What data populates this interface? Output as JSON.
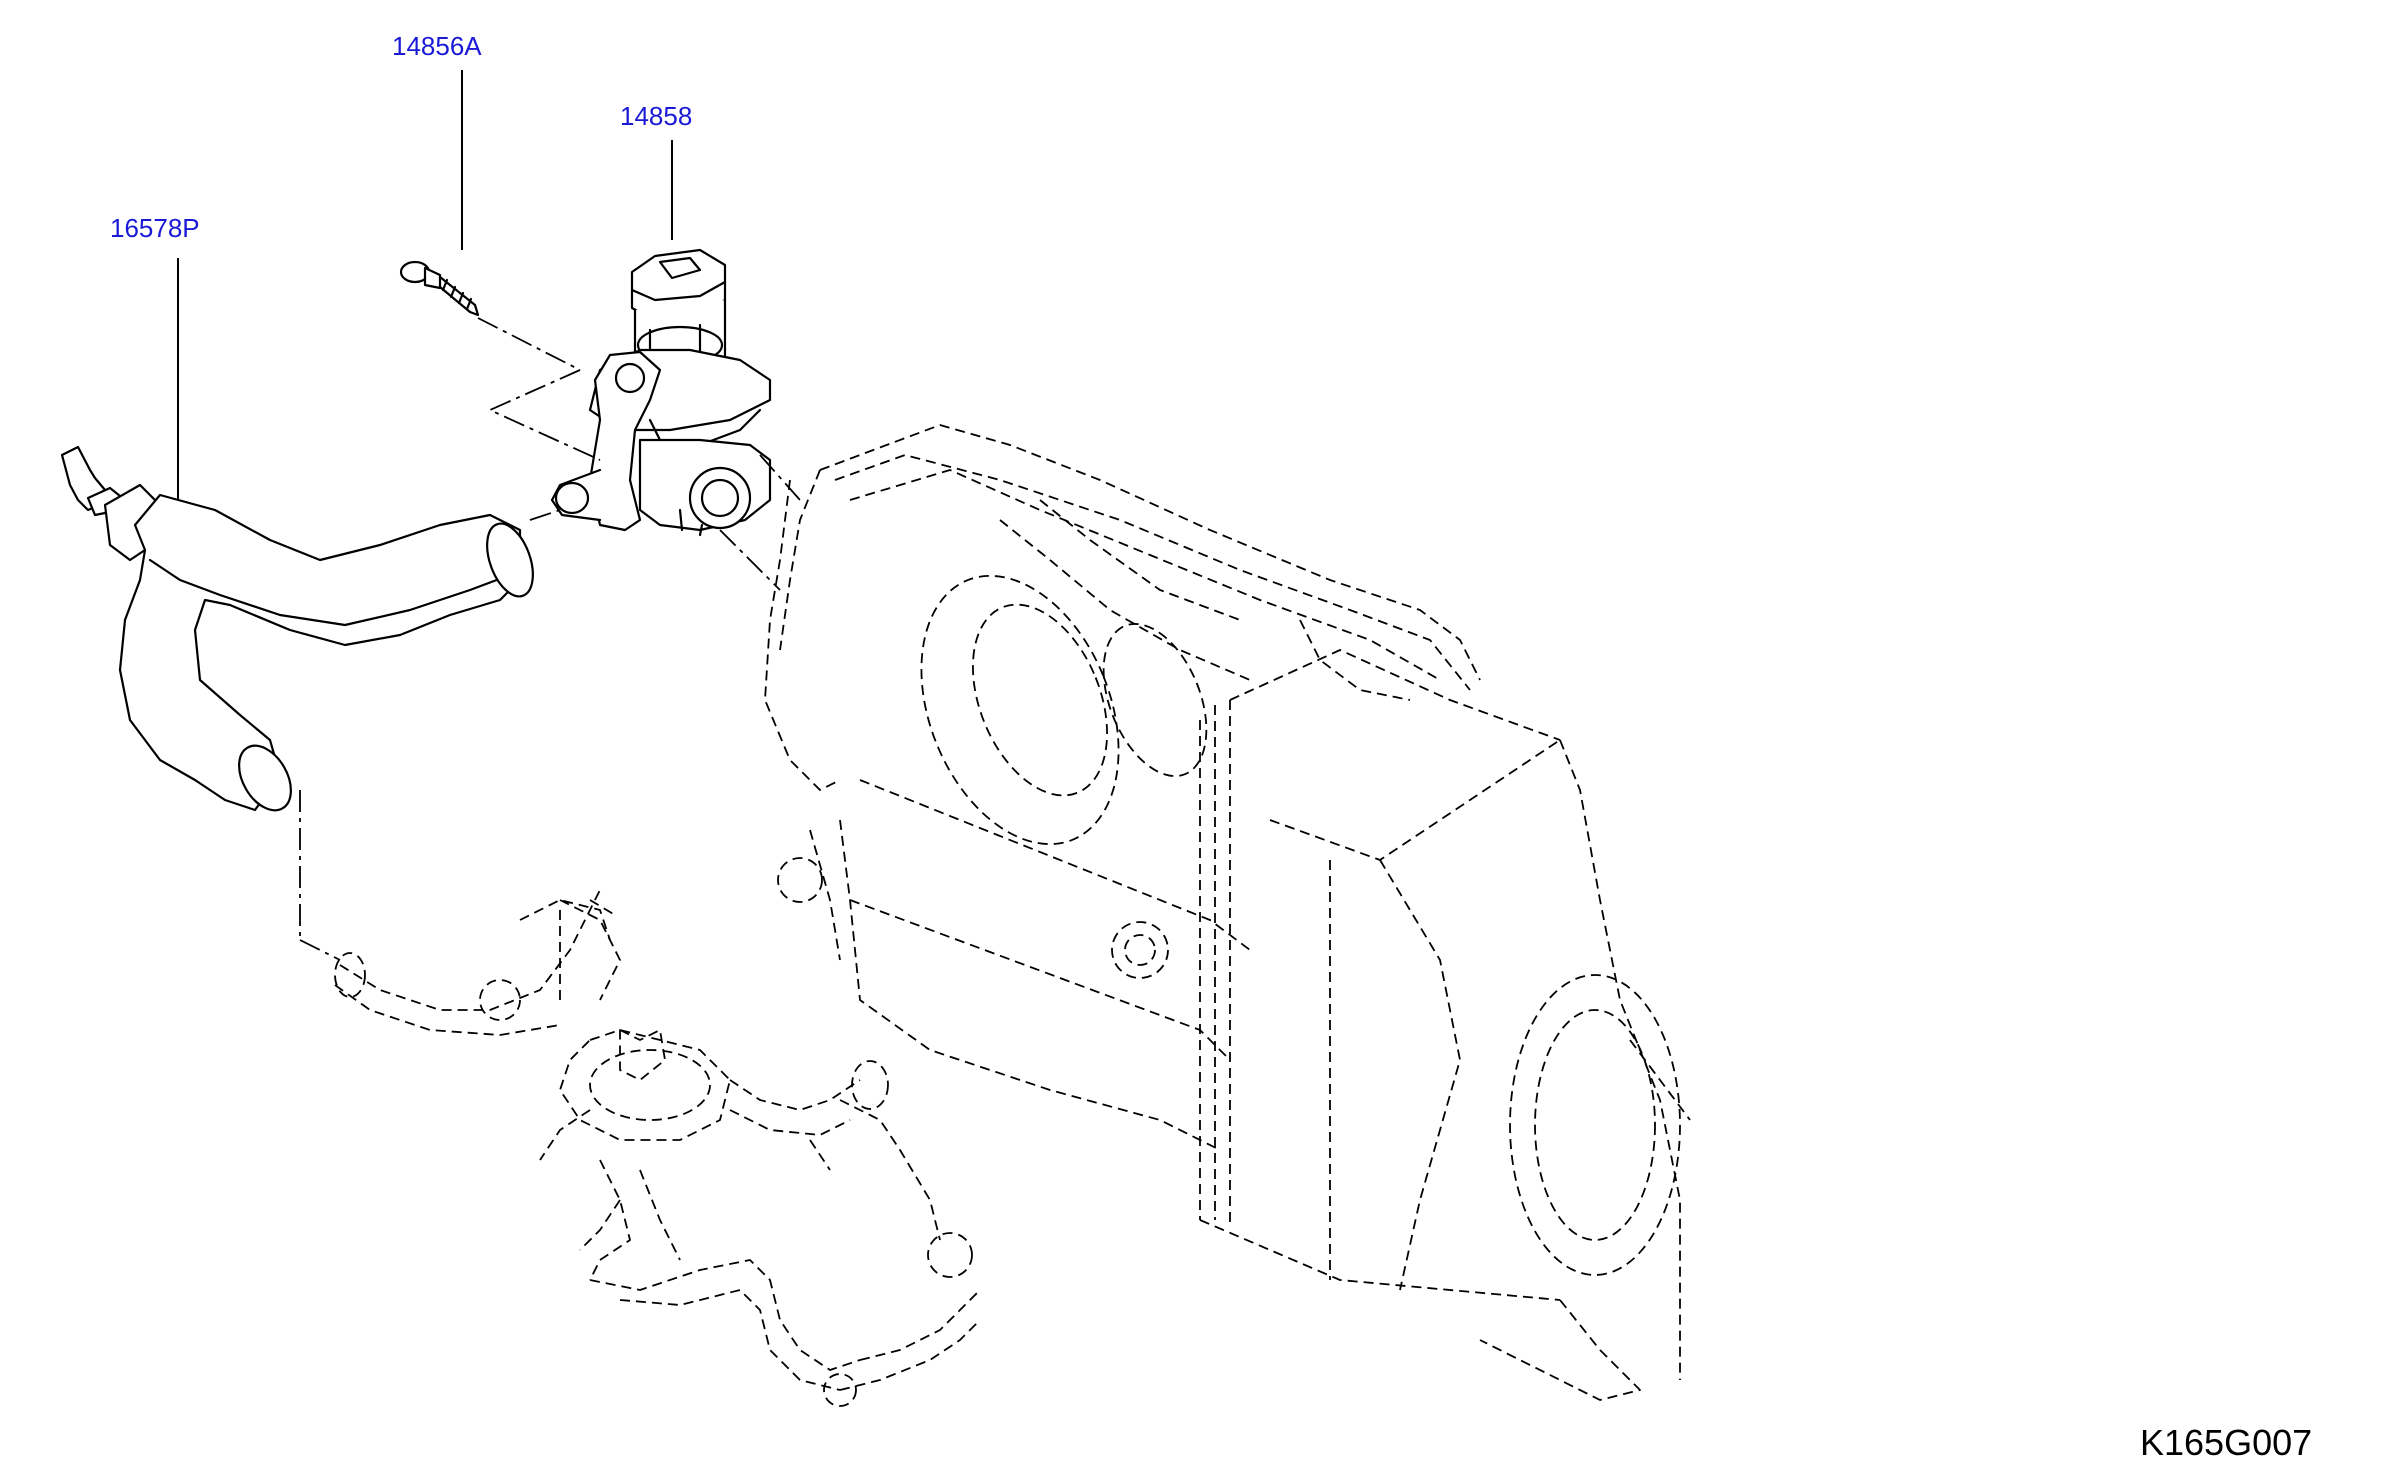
{
  "callouts": {
    "bolt": "14856A",
    "valve": "14858",
    "hose": "16578P"
  },
  "figure_id": "K165G007",
  "colors": {
    "callout_text": "#1a1ad6",
    "line": "#000000",
    "background": "#ffffff"
  }
}
